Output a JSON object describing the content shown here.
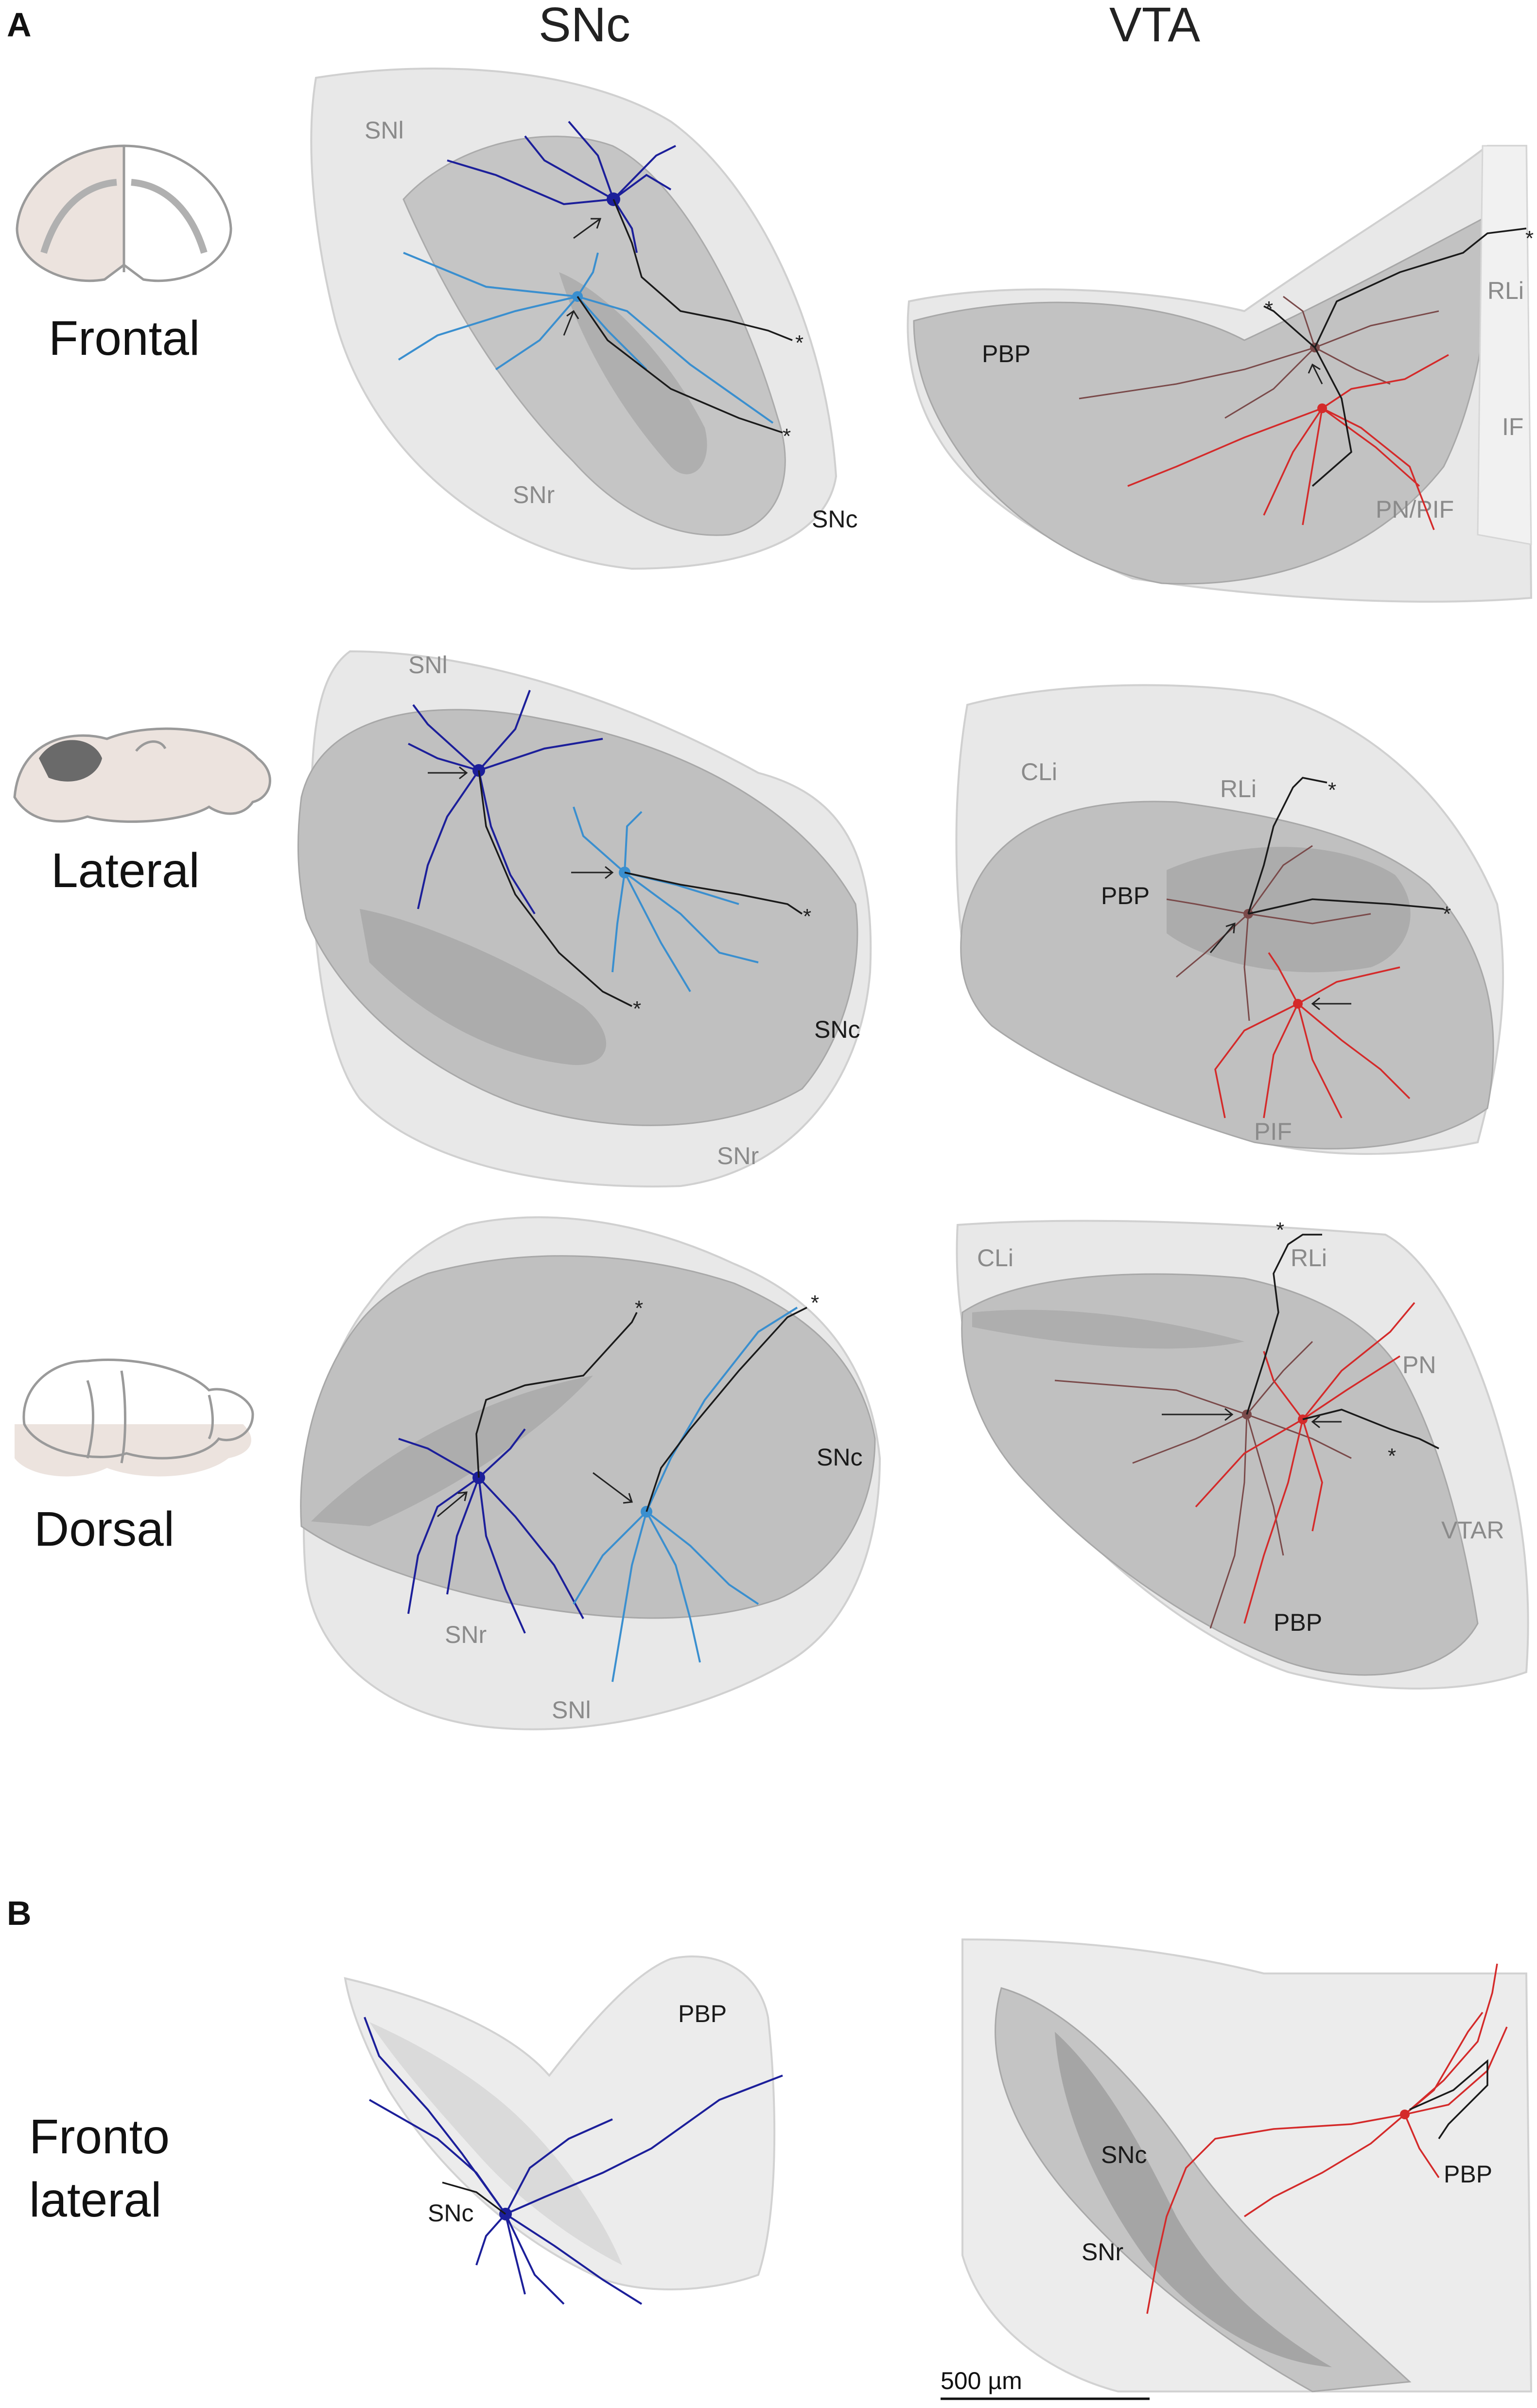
{
  "panel_a_letter": "A",
  "panel_b_letter": "B",
  "columns": [
    "SNc",
    "VTA"
  ],
  "rows": [
    "Frontal",
    "Lateral",
    "Dorsal"
  ],
  "row_b": [
    "Fronto",
    "lateral"
  ],
  "regions": {
    "frontal_snc": [
      "SNl",
      "SNr",
      "SNc"
    ],
    "frontal_vta": [
      "PBP",
      "RLi",
      "IF",
      "PN/PIF"
    ],
    "lateral_snc": [
      "SNl",
      "SNc",
      "SNr"
    ],
    "lateral_vta": [
      "CLi",
      "RLi",
      "PBP",
      "PIF"
    ],
    "dorsal_snc": [
      "SNc",
      "SNr",
      "SNl"
    ],
    "dorsal_vta": [
      "CLi",
      "RLi",
      "PN",
      "VTAR",
      "PBP"
    ],
    "b_snc": [
      "PBP",
      "SNc"
    ],
    "b_vta": [
      "SNc",
      "SNr",
      "PBP"
    ]
  },
  "asterisk": "*",
  "scale_bar": "500 µm",
  "colors": {
    "snc_neuron_1": "#1c1f9a",
    "snc_neuron_2": "#3a8fcf",
    "vta_neuron_1": "#7a4a4a",
    "vta_neuron_2": "#d42a2a",
    "axon": "#1a1a1a",
    "outer_region": "#e6e6e6",
    "inner_region": "#b7b7b7",
    "brain_schematic": "#ece3de"
  }
}
